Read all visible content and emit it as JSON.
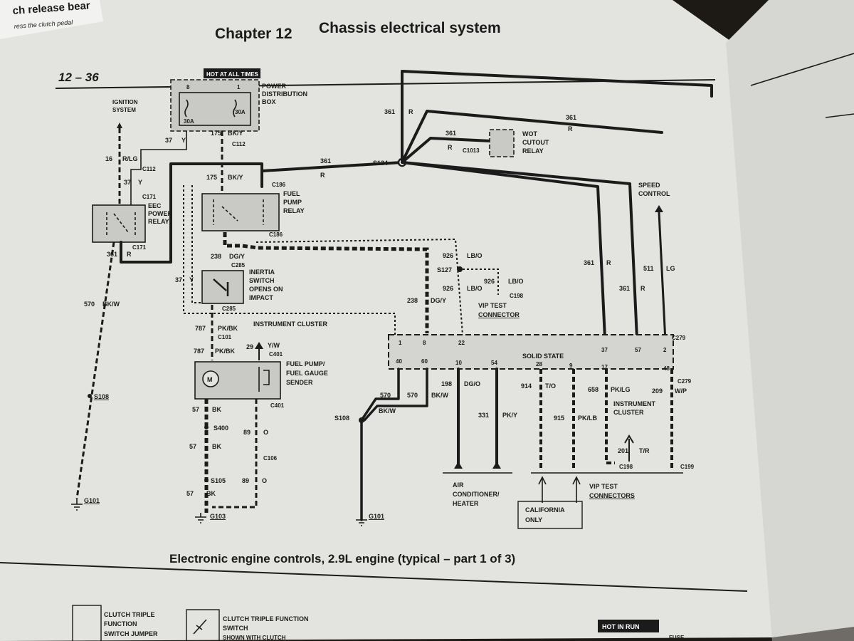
{
  "page_header": {
    "chapter": "Chapter 12",
    "title": "Chassis electrical system",
    "page_number": "12 – 36",
    "corner_text_1": "ch release bear",
    "corner_text_2": "ress the clutch pedal"
  },
  "caption": "Electronic engine controls, 2.9L engine (typical – part 1 of 3)",
  "hot_at_all_times": "HOT AT ALL TIMES",
  "hot_in_run": "HOT IN RUN",
  "fuse_text": "FUSE",
  "components": {
    "ignition_system": [
      "IGNITION",
      "SYSTEM"
    ],
    "power_distribution_box": [
      "POWER",
      "DISTRIBUTION",
      "BOX"
    ],
    "pdb_fuse_left": "30A",
    "pdb_fuse_right": "30A",
    "pdb_pin_left": "8",
    "pdb_pin_right": "1",
    "eec_power_relay": [
      "EEC",
      "POWER",
      "RELAY"
    ],
    "fuel_pump_relay": [
      "FUEL",
      "PUMP",
      "RELAY"
    ],
    "inertia_switch": [
      "INERTIA",
      "SWITCH",
      "OPENS ON",
      "IMPACT"
    ],
    "wot_cutout_relay": [
      "WOT",
      "CUTOUT",
      "RELAY"
    ],
    "speed_control": [
      "SPEED",
      "CONTROL"
    ],
    "vip_test_connector": [
      "VIP TEST",
      "CONNECTOR"
    ],
    "instrument_cluster_label": "INSTRUMENT CLUSTER",
    "fuel_pump_sender": [
      "FUEL PUMP/",
      "FUEL GAUGE",
      "SENDER"
    ],
    "solid_state": "SOLID STATE",
    "instrument_cluster_right": [
      "INSTRUMENT",
      "CLUSTER"
    ],
    "ac_heater": [
      "AIR",
      "CONDITIONER/",
      "HEATER"
    ],
    "vip_test_connectors": [
      "VIP TEST",
      "CONNECTORS"
    ],
    "california_only": [
      "CALIFORNIA",
      "ONLY"
    ],
    "clutch_jumper": [
      "CLUTCH TRIPLE",
      "FUNCTION",
      "SWITCH JUMPER"
    ],
    "clutch_switch": [
      "CLUTCH TRIPLE FUNCTION",
      "SWITCH",
      "SHOWN WITH CLUTCH"
    ]
  },
  "cluster_pins_top": [
    "1",
    "8",
    "22",
    "37",
    "57",
    "2"
  ],
  "cluster_pins_bottom": [
    "40",
    "60",
    "10",
    "54",
    "28",
    "9",
    "17",
    "48"
  ],
  "motor_symbol": "M",
  "connectors": [
    "C112",
    "C112",
    "C171",
    "C171",
    "C186",
    "C186",
    "C285",
    "C285",
    "C101",
    "C401",
    "C401",
    "C106",
    "C1013",
    "C198",
    "C198",
    "C199",
    "C279",
    "C279"
  ],
  "splices": [
    "S134",
    "S127",
    "S108",
    "S108",
    "S400",
    "S105"
  ],
  "grounds": [
    "G101",
    "G103",
    "G101"
  ],
  "wires": [
    {
      "circuit": "16",
      "color": "R/LG"
    },
    {
      "circuit": "37",
      "color": "Y"
    },
    {
      "circuit": "37",
      "color": "Y"
    },
    {
      "circuit": "37",
      "color": "Y"
    },
    {
      "circuit": "175",
      "color": "BK/Y"
    },
    {
      "circuit": "175",
      "color": "BK/Y"
    },
    {
      "circuit": "361",
      "color": "R"
    },
    {
      "circuit": "361",
      "color": "R"
    },
    {
      "circuit": "361",
      "color": "R"
    },
    {
      "circuit": "361",
      "color": "R"
    },
    {
      "circuit": "361",
      "color": "R"
    },
    {
      "circuit": "361",
      "color": "R"
    },
    {
      "circuit": "361",
      "color": "R"
    },
    {
      "circuit": "570",
      "color": "BK/W"
    },
    {
      "circuit": "238",
      "color": "DG/Y"
    },
    {
      "circuit": "238",
      "color": "DG/Y"
    },
    {
      "circuit": "926",
      "color": "LB/O"
    },
    {
      "circuit": "926",
      "color": "LB/O"
    },
    {
      "circuit": "926",
      "color": "LB/O"
    },
    {
      "circuit": "511",
      "color": "LG"
    },
    {
      "circuit": "787",
      "color": "PK/BK"
    },
    {
      "circuit": "787",
      "color": "PK/BK"
    },
    {
      "circuit": "29",
      "color": "Y/W"
    },
    {
      "circuit": "57",
      "color": "BK"
    },
    {
      "circuit": "57",
      "color": "BK"
    },
    {
      "circuit": "57",
      "color": "BK"
    },
    {
      "circuit": "89",
      "color": "O"
    },
    {
      "circuit": "89",
      "color": "O"
    },
    {
      "circuit": "570",
      "color": "BK/W"
    },
    {
      "circuit": "570",
      "color": "BK/W"
    },
    {
      "circuit": "198",
      "color": "DG/O"
    },
    {
      "circuit": "331",
      "color": "PK/Y"
    },
    {
      "circuit": "914",
      "color": "T/O"
    },
    {
      "circuit": "915",
      "color": "PK/LB"
    },
    {
      "circuit": "658",
      "color": "PK/LG"
    },
    {
      "circuit": "209",
      "color": "W/P"
    },
    {
      "circuit": "201",
      "color": "T/R"
    }
  ],
  "colors": {
    "ink": "#1b1b1b",
    "paper": "#e3e3df",
    "box_fill": "#c9c9c6",
    "shadow": "#1d1a16"
  }
}
